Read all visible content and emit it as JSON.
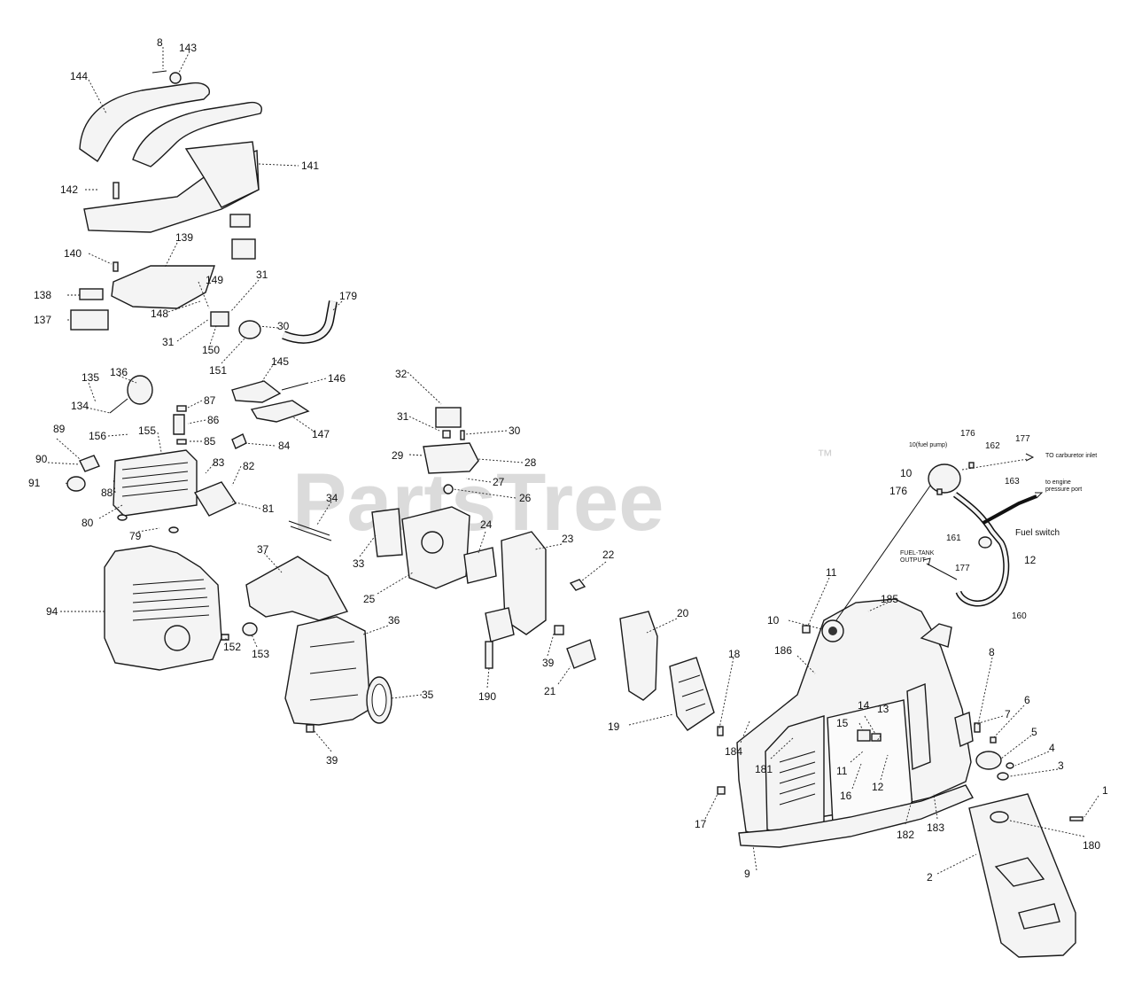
{
  "watermark": {
    "text": "PartsTree",
    "tm": "™"
  },
  "labels": [
    {
      "id": "l8a",
      "text": "8"
    },
    {
      "id": "l143",
      "text": "143"
    },
    {
      "id": "l144",
      "text": "144"
    },
    {
      "id": "l141",
      "text": "141"
    },
    {
      "id": "l142",
      "text": "142"
    },
    {
      "id": "l140",
      "text": "140"
    },
    {
      "id": "l139",
      "text": "139"
    },
    {
      "id": "l138",
      "text": "138"
    },
    {
      "id": "l137",
      "text": "137"
    },
    {
      "id": "l148",
      "text": "148"
    },
    {
      "id": "l149",
      "text": "149"
    },
    {
      "id": "l31a",
      "text": "31"
    },
    {
      "id": "l31b",
      "text": "31"
    },
    {
      "id": "l150",
      "text": "150"
    },
    {
      "id": "l30a",
      "text": "30"
    },
    {
      "id": "l151",
      "text": "151"
    },
    {
      "id": "l179",
      "text": "179"
    },
    {
      "id": "l135",
      "text": "135"
    },
    {
      "id": "l136",
      "text": "136"
    },
    {
      "id": "l134",
      "text": "134"
    },
    {
      "id": "l87",
      "text": "87"
    },
    {
      "id": "l86",
      "text": "86"
    },
    {
      "id": "l85",
      "text": "85"
    },
    {
      "id": "l156",
      "text": "156"
    },
    {
      "id": "l155",
      "text": "155"
    },
    {
      "id": "l89",
      "text": "89"
    },
    {
      "id": "l90",
      "text": "90"
    },
    {
      "id": "l91",
      "text": "91"
    },
    {
      "id": "l88",
      "text": "88"
    },
    {
      "id": "l80",
      "text": "80"
    },
    {
      "id": "l79",
      "text": "79"
    },
    {
      "id": "l83",
      "text": "83"
    },
    {
      "id": "l82",
      "text": "82"
    },
    {
      "id": "l81",
      "text": "81"
    },
    {
      "id": "l84",
      "text": "84"
    },
    {
      "id": "l145",
      "text": "145"
    },
    {
      "id": "l146",
      "text": "146"
    },
    {
      "id": "l147",
      "text": "147"
    },
    {
      "id": "l32",
      "text": "32"
    },
    {
      "id": "l31c",
      "text": "31"
    },
    {
      "id": "l30b",
      "text": "30"
    },
    {
      "id": "l29",
      "text": "29"
    },
    {
      "id": "l28",
      "text": "28"
    },
    {
      "id": "l27",
      "text": "27"
    },
    {
      "id": "l26",
      "text": "26"
    },
    {
      "id": "l34",
      "text": "34"
    },
    {
      "id": "l33",
      "text": "33"
    },
    {
      "id": "l25",
      "text": "25"
    },
    {
      "id": "l24",
      "text": "24"
    },
    {
      "id": "l23",
      "text": "23"
    },
    {
      "id": "l22",
      "text": "22"
    },
    {
      "id": "l94",
      "text": "94"
    },
    {
      "id": "l37",
      "text": "37"
    },
    {
      "id": "l152",
      "text": "152"
    },
    {
      "id": "l153",
      "text": "153"
    },
    {
      "id": "l36",
      "text": "36"
    },
    {
      "id": "l35",
      "text": "35"
    },
    {
      "id": "l39a",
      "text": "39"
    },
    {
      "id": "l39b",
      "text": "39"
    },
    {
      "id": "l190",
      "text": "190"
    },
    {
      "id": "l21",
      "text": "21"
    },
    {
      "id": "l20",
      "text": "20"
    },
    {
      "id": "l19",
      "text": "19"
    },
    {
      "id": "l18",
      "text": "18"
    },
    {
      "id": "l11a",
      "text": "11"
    },
    {
      "id": "l10a",
      "text": "10"
    },
    {
      "id": "l185",
      "text": "185"
    },
    {
      "id": "l186",
      "text": "186"
    },
    {
      "id": "l8b",
      "text": "8"
    },
    {
      "id": "l7",
      "text": "7"
    },
    {
      "id": "l6",
      "text": "6"
    },
    {
      "id": "l5",
      "text": "5"
    },
    {
      "id": "l4",
      "text": "4"
    },
    {
      "id": "l3",
      "text": "3"
    },
    {
      "id": "l1",
      "text": "1"
    },
    {
      "id": "l15",
      "text": "15"
    },
    {
      "id": "l14",
      "text": "14"
    },
    {
      "id": "l13",
      "text": "13"
    },
    {
      "id": "l11b",
      "text": "11"
    },
    {
      "id": "l12a",
      "text": "12"
    },
    {
      "id": "l16",
      "text": "16"
    },
    {
      "id": "l184",
      "text": "184"
    },
    {
      "id": "l181",
      "text": "181"
    },
    {
      "id": "l182",
      "text": "182"
    },
    {
      "id": "l183",
      "text": "183"
    },
    {
      "id": "l180",
      "text": "180"
    },
    {
      "id": "l17",
      "text": "17"
    },
    {
      "id": "l9",
      "text": "9"
    },
    {
      "id": "l2",
      "text": "2"
    },
    {
      "id": "l10b",
      "text": "10"
    },
    {
      "id": "l176a",
      "text": "176"
    },
    {
      "id": "l162",
      "text": "162"
    },
    {
      "id": "l177a",
      "text": "177"
    },
    {
      "id": "l176b",
      "text": "176"
    },
    {
      "id": "l163",
      "text": "163"
    },
    {
      "id": "l161",
      "text": "161"
    },
    {
      "id": "l177b",
      "text": "177"
    },
    {
      "id": "l12b",
      "text": "12"
    },
    {
      "id": "l160",
      "text": "160"
    }
  ],
  "notes": {
    "fuel_pump": "10(fuel pump)",
    "to_carb": "TO carburetor inlet",
    "to_engine_1": "to engine",
    "to_engine_2": "pressure port",
    "fuel_switch": "Fuel switch",
    "fuel_tank_1": "FUEL-TANK",
    "fuel_tank_2": "OUTPUT"
  }
}
